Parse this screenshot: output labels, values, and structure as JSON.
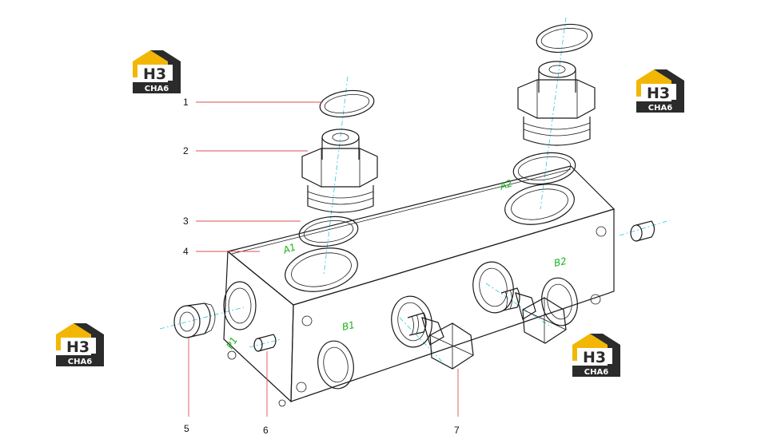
{
  "callouts": [
    {
      "id": "1",
      "label": "1"
    },
    {
      "id": "2",
      "label": "2"
    },
    {
      "id": "3",
      "label": "3"
    },
    {
      "id": "4",
      "label": "4"
    },
    {
      "id": "5",
      "label": "5"
    },
    {
      "id": "6",
      "label": "6"
    },
    {
      "id": "7",
      "label": "7"
    }
  ],
  "ports": {
    "a1": "A1",
    "a2": "A2",
    "b1": "B1",
    "b2": "B2",
    "p1": "P1"
  },
  "logo": {
    "mark": "H3",
    "text": "CHA6"
  },
  "colors": {
    "logo_yellow": "#f2b705",
    "logo_dark": "#2b2b2b",
    "axis_cyan": "#2cc7e0",
    "leader_red": "#d9534f",
    "port_label_green": "#19b219"
  }
}
